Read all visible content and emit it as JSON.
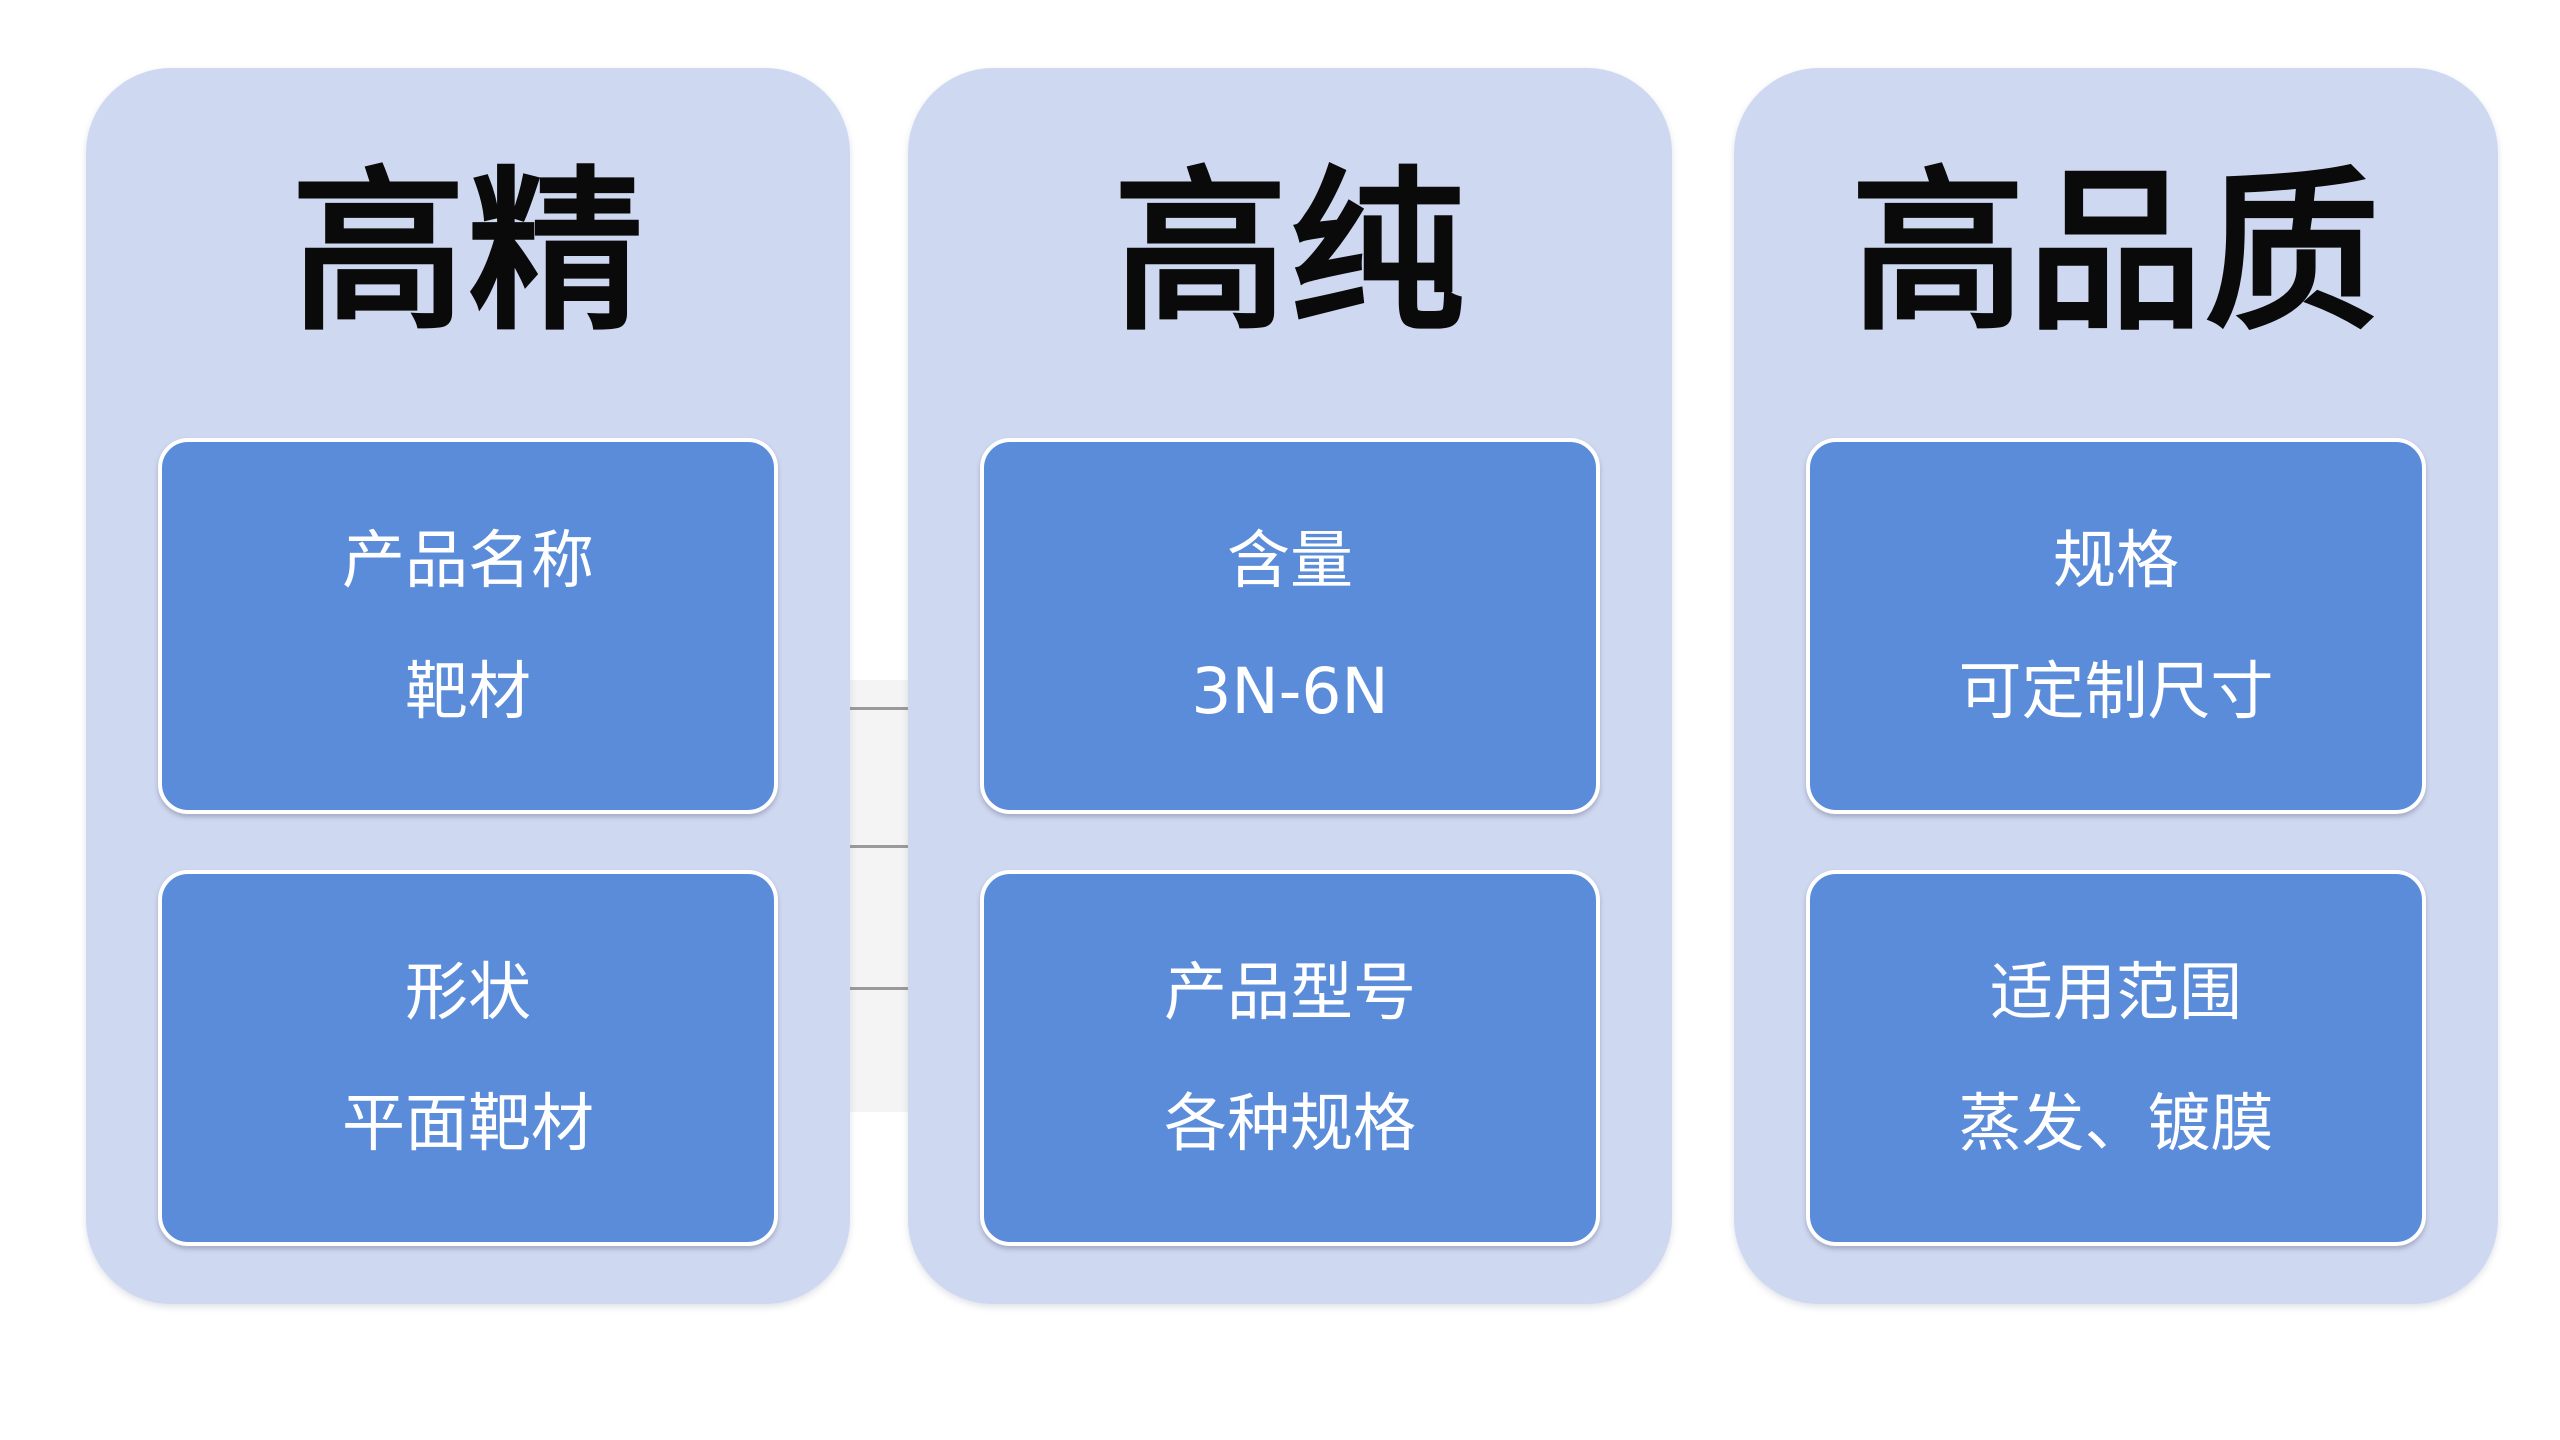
{
  "page": {
    "background": "#ffffff",
    "description_colors": {
      "panel_bg": "#cfd8f1",
      "card_bg": "#5b8cd9",
      "card_border": "#ffffff",
      "title_color": "#0a0a0a",
      "card_text_color": "#ffffff",
      "table_fragment_bg": "#f4f4f5",
      "table_fragment_line": "#9a9a9a"
    }
  },
  "columns": [
    {
      "title": "高精",
      "cards": [
        {
          "label": "产品名称",
          "value": "靶材"
        },
        {
          "label": "形状",
          "value": "平面靶材"
        }
      ]
    },
    {
      "title": "高纯",
      "cards": [
        {
          "label": "含量",
          "value": "3N-6N"
        },
        {
          "label": "产品型号",
          "value": "各种规格"
        }
      ]
    },
    {
      "title": "高品质",
      "cards": [
        {
          "label": "规格",
          "value": "可定制尺寸"
        },
        {
          "label": "适用范围",
          "value": "蒸发、镀膜"
        }
      ]
    }
  ]
}
